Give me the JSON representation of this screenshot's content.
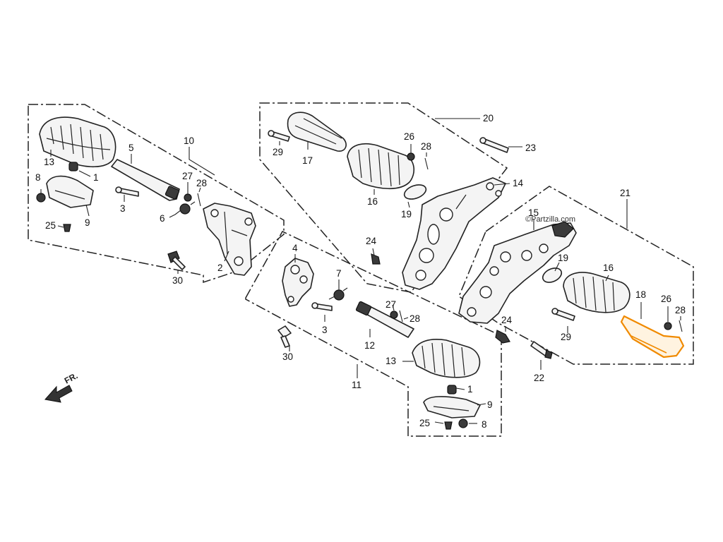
{
  "diagram": {
    "watermark": "©Partzilla.com",
    "direction_label": "FR.",
    "highlight_color": "#f08a00",
    "callouts": {
      "c1a": "1",
      "c1b": "1",
      "c2": "2",
      "c3a": "3",
      "c3b": "3",
      "c4": "4",
      "c5": "5",
      "c6": "6",
      "c7": "7",
      "c8a": "8",
      "c8b": "8",
      "c9a": "9",
      "c9b": "9",
      "c10": "10",
      "c11": "11",
      "c12": "12",
      "c13a": "13",
      "c13b": "13",
      "c14": "14",
      "c15": "15",
      "c16a": "16",
      "c16b": "16",
      "c17": "17",
      "c18": "18",
      "c19a": "19",
      "c19b": "19",
      "c20": "20",
      "c21": "21",
      "c22": "22",
      "c23": "23",
      "c24a": "24",
      "c24b": "24",
      "c25a": "25",
      "c25b": "25",
      "c26a": "26",
      "c26b": "26",
      "c27a": "27",
      "c27b": "27",
      "c28a": "28",
      "c28b": "28",
      "c28c": "28",
      "c29a": "29",
      "c29b": "29",
      "c30a": "30",
      "c30b": "30"
    }
  }
}
